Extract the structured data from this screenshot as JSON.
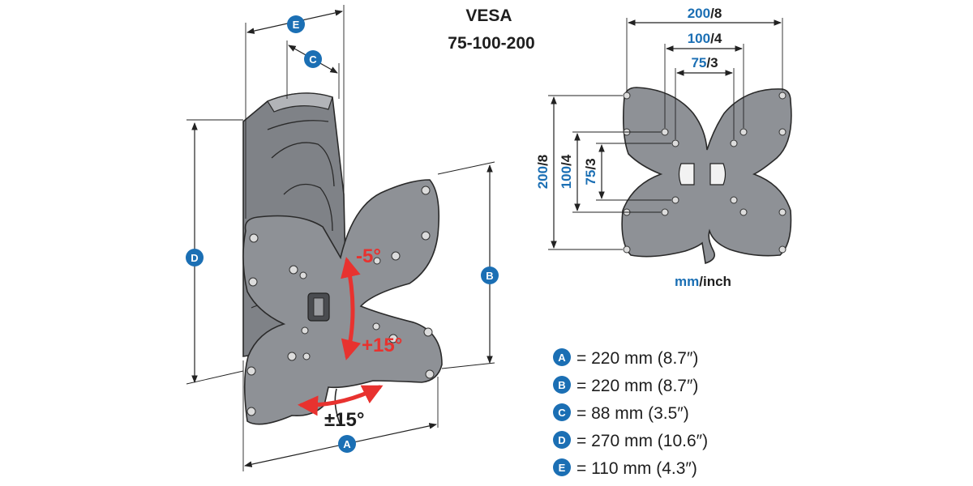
{
  "vesa": {
    "title": "VESA",
    "sizes": "75-100-200"
  },
  "vesa_dims": {
    "d200": {
      "mm": "200",
      "inch": "8"
    },
    "d100": {
      "mm": "100",
      "inch": "4"
    },
    "d75": {
      "mm": "75",
      "inch": "3"
    }
  },
  "units": {
    "mm": "mm",
    "inch": "inch"
  },
  "tilt": {
    "up": "-5°",
    "down": "+15°",
    "swivel": "±15°"
  },
  "labels": {
    "A": "A",
    "B": "B",
    "C": "C",
    "D": "D",
    "E": "E"
  },
  "legend": [
    {
      "key": "A",
      "text": "= 220 mm (8.7″)"
    },
    {
      "key": "B",
      "text": "= 220 mm (8.7″)"
    },
    {
      "key": "C",
      "text": "= 88 mm (3.5″)"
    },
    {
      "key": "D",
      "text": "= 270 mm (10.6″)"
    },
    {
      "key": "E",
      "text": "= 110 mm (4.3″)"
    }
  ],
  "colors": {
    "accent_blue": "#1b6fb4",
    "arrow_red": "#e8322f",
    "plate_gray": "#8e9196"
  }
}
